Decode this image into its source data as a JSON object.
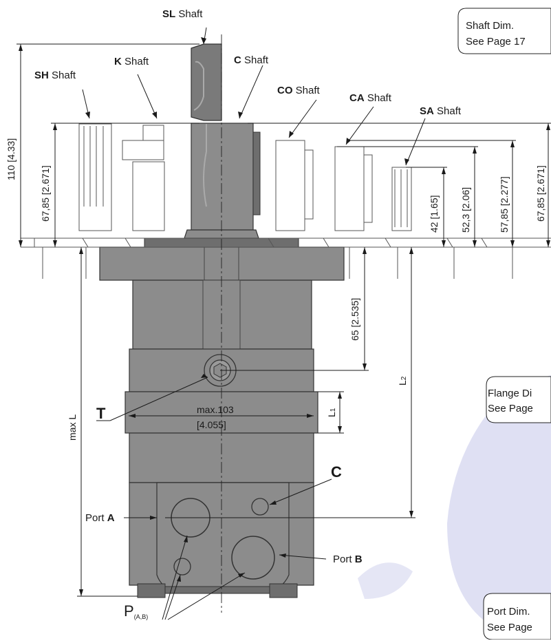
{
  "shafts": {
    "sl": {
      "code": "SL",
      "word": "Shaft"
    },
    "sh": {
      "code": "SH",
      "word": "Shaft"
    },
    "k": {
      "code": "K",
      "word": "Shaft"
    },
    "c": {
      "code": "C",
      "word": "Shaft"
    },
    "co": {
      "code": "CO",
      "word": "Shaft"
    },
    "ca": {
      "code": "CA",
      "word": "Shaft"
    },
    "sa": {
      "code": "SA",
      "word": "Shaft"
    }
  },
  "dimensions": {
    "total_height": "110 [4.33]",
    "sh_height": "67,85 [2.671]",
    "sa_height": "42 [1.65]",
    "co_height": "52,3 [2.06]",
    "ca_height": "57,85 [2.277]",
    "right_height": "67,85 [2.671]",
    "flange_to_drain": "65 [2.535]",
    "l2": "L",
    "l2_sub": "2",
    "l1": "L",
    "l1_sub": "1",
    "max_l": "max L",
    "max_width_mm": "max.103",
    "max_width_in": "[4.055]"
  },
  "ports": {
    "t": "T",
    "c": "C",
    "p": "P",
    "p_sub": "(A,B)",
    "port_a_prefix": "Port ",
    "port_a_letter": "A",
    "port_b_prefix": "Port ",
    "port_b_letter": "B"
  },
  "callouts": {
    "shaft_dim": [
      "Shaft Dim.",
      "See Page 17"
    ],
    "flange_dim": [
      "Flange Di",
      "See Page"
    ],
    "port_dim": [
      "Port Dim.",
      "See Page"
    ]
  },
  "colors": {
    "body": "#8c8c8c",
    "body_dark": "#6e6e6e",
    "shaft_outline": "#555555",
    "watermark": "#dfe0f3"
  }
}
